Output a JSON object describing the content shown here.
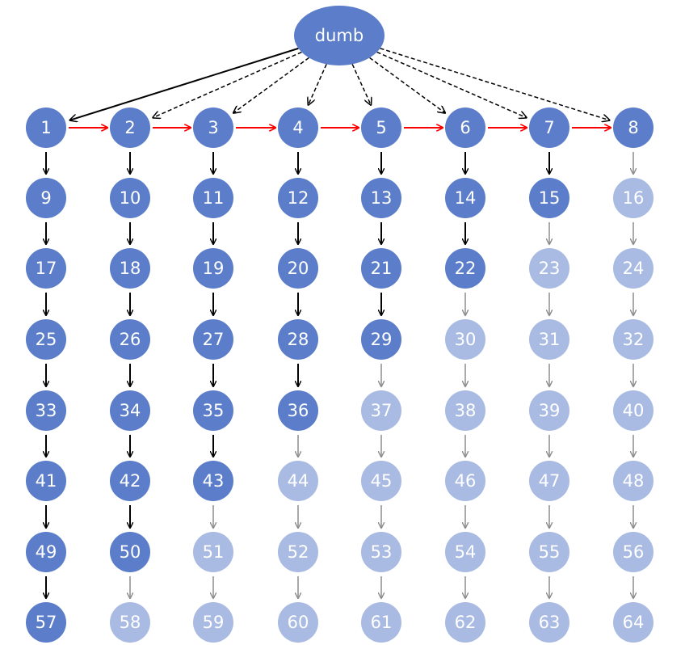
{
  "root": {
    "label": "dumb"
  },
  "colors": {
    "node_active": "#5b7dca",
    "node_inactive": "#a9bbe3",
    "edge_active": "#000000",
    "edge_inactive": "#8c8c8c",
    "chain_edge": "#ff0000",
    "label": "#ffffff"
  },
  "grid": {
    "columns": 8,
    "rows": 8
  },
  "nodes": [
    {
      "id": 1,
      "active": true
    },
    {
      "id": 2,
      "active": true
    },
    {
      "id": 3,
      "active": true
    },
    {
      "id": 4,
      "active": true
    },
    {
      "id": 5,
      "active": true
    },
    {
      "id": 6,
      "active": true
    },
    {
      "id": 7,
      "active": true
    },
    {
      "id": 8,
      "active": true
    },
    {
      "id": 9,
      "active": true
    },
    {
      "id": 10,
      "active": true
    },
    {
      "id": 11,
      "active": true
    },
    {
      "id": 12,
      "active": true
    },
    {
      "id": 13,
      "active": true
    },
    {
      "id": 14,
      "active": true
    },
    {
      "id": 15,
      "active": true
    },
    {
      "id": 16,
      "active": false
    },
    {
      "id": 17,
      "active": true
    },
    {
      "id": 18,
      "active": true
    },
    {
      "id": 19,
      "active": true
    },
    {
      "id": 20,
      "active": true
    },
    {
      "id": 21,
      "active": true
    },
    {
      "id": 22,
      "active": true
    },
    {
      "id": 23,
      "active": false
    },
    {
      "id": 24,
      "active": false
    },
    {
      "id": 25,
      "active": true
    },
    {
      "id": 26,
      "active": true
    },
    {
      "id": 27,
      "active": true
    },
    {
      "id": 28,
      "active": true
    },
    {
      "id": 29,
      "active": true
    },
    {
      "id": 30,
      "active": false
    },
    {
      "id": 31,
      "active": false
    },
    {
      "id": 32,
      "active": false
    },
    {
      "id": 33,
      "active": true
    },
    {
      "id": 34,
      "active": true
    },
    {
      "id": 35,
      "active": true
    },
    {
      "id": 36,
      "active": true
    },
    {
      "id": 37,
      "active": false
    },
    {
      "id": 38,
      "active": false
    },
    {
      "id": 39,
      "active": false
    },
    {
      "id": 40,
      "active": false
    },
    {
      "id": 41,
      "active": true
    },
    {
      "id": 42,
      "active": true
    },
    {
      "id": 43,
      "active": true
    },
    {
      "id": 44,
      "active": false
    },
    {
      "id": 45,
      "active": false
    },
    {
      "id": 46,
      "active": false
    },
    {
      "id": 47,
      "active": false
    },
    {
      "id": 48,
      "active": false
    },
    {
      "id": 49,
      "active": true
    },
    {
      "id": 50,
      "active": true
    },
    {
      "id": 51,
      "active": false
    },
    {
      "id": 52,
      "active": false
    },
    {
      "id": 53,
      "active": false
    },
    {
      "id": 54,
      "active": false
    },
    {
      "id": 55,
      "active": false
    },
    {
      "id": 56,
      "active": false
    },
    {
      "id": 57,
      "active": true
    },
    {
      "id": 58,
      "active": false
    },
    {
      "id": 59,
      "active": false
    },
    {
      "id": 60,
      "active": false
    },
    {
      "id": 61,
      "active": false
    },
    {
      "id": 62,
      "active": false
    },
    {
      "id": 63,
      "active": false
    },
    {
      "id": 64,
      "active": false
    }
  ],
  "root_edges": [
    {
      "to": 1,
      "style": "solid"
    },
    {
      "to": 2,
      "style": "dashed"
    },
    {
      "to": 3,
      "style": "dashed"
    },
    {
      "to": 4,
      "style": "dashed"
    },
    {
      "to": 5,
      "style": "dashed"
    },
    {
      "to": 6,
      "style": "dashed"
    },
    {
      "to": 7,
      "style": "dashed"
    },
    {
      "to": 8,
      "style": "dashed"
    }
  ],
  "chain_edges": [
    {
      "from": 1,
      "to": 2
    },
    {
      "from": 2,
      "to": 3
    },
    {
      "from": 3,
      "to": 4
    },
    {
      "from": 4,
      "to": 5
    },
    {
      "from": 5,
      "to": 6
    },
    {
      "from": 6,
      "to": 7
    },
    {
      "from": 7,
      "to": 8
    }
  ]
}
